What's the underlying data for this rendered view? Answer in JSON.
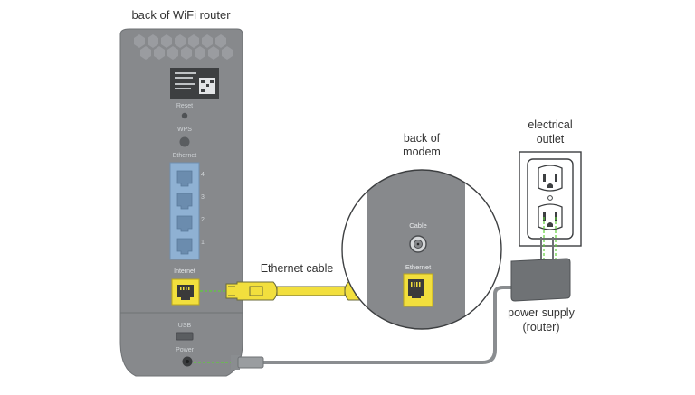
{
  "title": "back of WiFi router",
  "router": {
    "reset": "Reset",
    "wps": "WPS",
    "ethernet": "Ethernet",
    "ports": [
      "4",
      "3",
      "2",
      "1"
    ],
    "internet": "Internet",
    "usb": "USB",
    "power": "Power"
  },
  "modem": {
    "label_line1": "back of",
    "label_line2": "modem",
    "cable": "Cable",
    "ethernet": "Ethernet"
  },
  "outlet": {
    "label_line1": "electrical",
    "label_line2": "outlet"
  },
  "ethernet_cable": "Ethernet cable",
  "power_supply": {
    "line1": "power supply",
    "line2": "(router)"
  },
  "colors": {
    "router_body": "#888b8e",
    "port_panel": "#8fb1d3",
    "ethernet_yellow": "#f2df3d",
    "wire_gray": "#8a8d90",
    "link_green": "#5fcf3a"
  }
}
